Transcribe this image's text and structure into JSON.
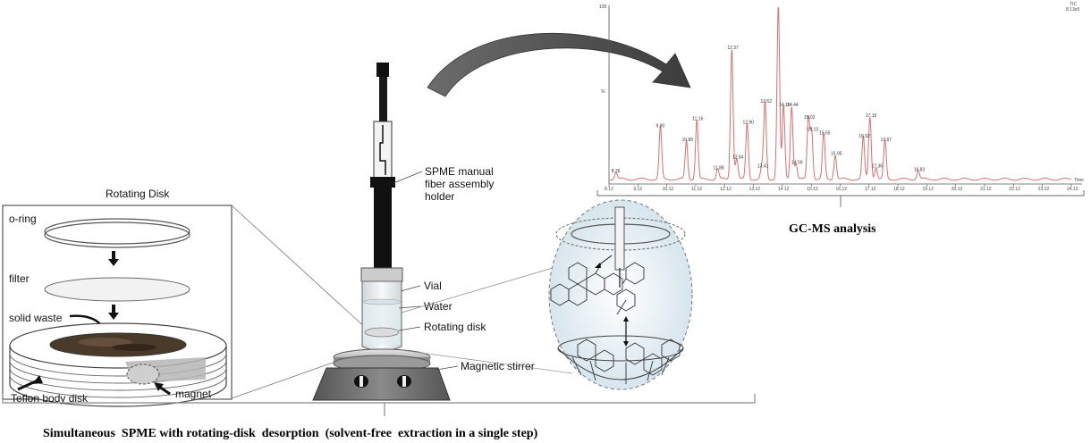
{
  "rotating_disk_panel": {
    "title": "Rotating Disk",
    "o_ring": "o-ring",
    "filter": "filter",
    "solid_waste": "solid waste",
    "teflon_body": "Teflon body disk",
    "magnet": "magnet"
  },
  "apparatus": {
    "spme_holder_line1": "SPME manual",
    "spme_holder_line2": "fiber assembly",
    "spme_holder_line3": "holder",
    "vial": "Vial",
    "water": "Water",
    "rotating_disk": "Rotating disk",
    "magnetic_stirrer": "Magnetic stirrer"
  },
  "gcms": {
    "label": "GC-MS analysis",
    "y_top": "100",
    "y_pct": "%",
    "corner_line1": "TIC",
    "corner_line2": "8.13e5",
    "x_unit": "Time",
    "x_ticks": [
      "8.12",
      "9.12",
      "10.12",
      "11.12",
      "12.12",
      "13.12",
      "14.12",
      "15.12",
      "16.12",
      "17.12",
      "18.12",
      "19.12",
      "20.12",
      "21.12",
      "22.12",
      "23.12",
      "24.12"
    ],
    "peaks": [
      {
        "rt": 8.36,
        "h": 4,
        "label": "8.36"
      },
      {
        "rt": 9.9,
        "h": 30,
        "label": "9.90"
      },
      {
        "rt": 10.8,
        "h": 22,
        "label": "10.80"
      },
      {
        "rt": 11.16,
        "h": 34,
        "label": "11.16"
      },
      {
        "rt": 11.88,
        "h": 6,
        "label": "11.88"
      },
      {
        "rt": 12.37,
        "h": 75,
        "label": "12.37"
      },
      {
        "rt": 12.54,
        "h": 12,
        "label": "12.54"
      },
      {
        "rt": 12.9,
        "h": 32,
        "label": "12.90"
      },
      {
        "rt": 13.41,
        "h": 7,
        "label": "13.41"
      },
      {
        "rt": 13.52,
        "h": 44,
        "label": "13.52"
      },
      {
        "rt": 13.98,
        "h": 100,
        "label": ""
      },
      {
        "rt": 14.16,
        "h": 42,
        "label": "14.16"
      },
      {
        "rt": 14.44,
        "h": 42,
        "label": "14.44"
      },
      {
        "rt": 14.59,
        "h": 9,
        "label": "14.59"
      },
      {
        "rt": 15.02,
        "h": 35,
        "label": "15.02"
      },
      {
        "rt": 15.13,
        "h": 28,
        "label": "15.13"
      },
      {
        "rt": 15.55,
        "h": 26,
        "label": "15.55"
      },
      {
        "rt": 15.95,
        "h": 14,
        "label": "15.95"
      },
      {
        "rt": 16.92,
        "h": 24,
        "label": "16.92"
      },
      {
        "rt": 17.15,
        "h": 36,
        "label": "17.15"
      },
      {
        "rt": 17.36,
        "h": 7,
        "label": "17.36"
      },
      {
        "rt": 17.67,
        "h": 22,
        "label": "17.67"
      },
      {
        "rt": 18.82,
        "h": 5,
        "label": "18.82"
      }
    ]
  },
  "caption": "Simultaneous  SPME with rotating-disk  desorption  (solvent-free  extraction in a single step)"
}
